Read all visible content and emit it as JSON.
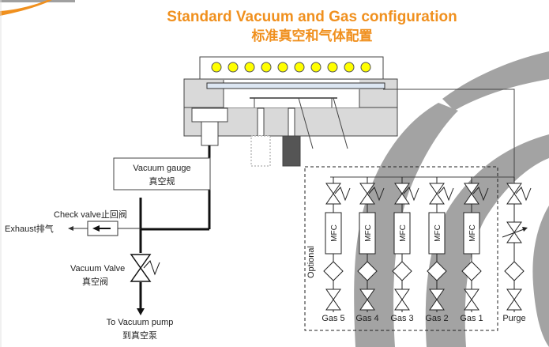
{
  "title": {
    "english": "Standard Vacuum and Gas configuration",
    "chinese": "标准真空和气体配置"
  },
  "colors": {
    "accent": "#F0901E",
    "watermark": "#A0A0A0",
    "chamber": "#D9D9D9",
    "heater_lamp": "#FFFF00",
    "substrate": "#DCE6F2"
  },
  "chamber": {
    "heater_lamp_count": 10
  },
  "labels": {
    "vacuum_gauge_en": "Vacuum gauge",
    "vacuum_gauge_cn": "真空规",
    "check_valve": "Check valve止回阀",
    "exhaust": "Exhaust排气",
    "vacuum_valve_en": "Vacuum Valve",
    "vacuum_valve_cn": "真空阀",
    "vacuum_pump_en": "To Vacuum pump",
    "vacuum_pump_cn": "到真空泵",
    "optional": "Optional",
    "mfc": "MFC"
  },
  "gas_lines": [
    {
      "label": "Gas 5",
      "has_mfc": true
    },
    {
      "label": "Gas 4",
      "has_mfc": true
    },
    {
      "label": "Gas 3",
      "has_mfc": true
    },
    {
      "label": "Gas 2",
      "has_mfc": true
    },
    {
      "label": "Gas 1",
      "has_mfc": true
    }
  ],
  "purge_line": {
    "label": "Purge",
    "has_needle_valve": true
  }
}
